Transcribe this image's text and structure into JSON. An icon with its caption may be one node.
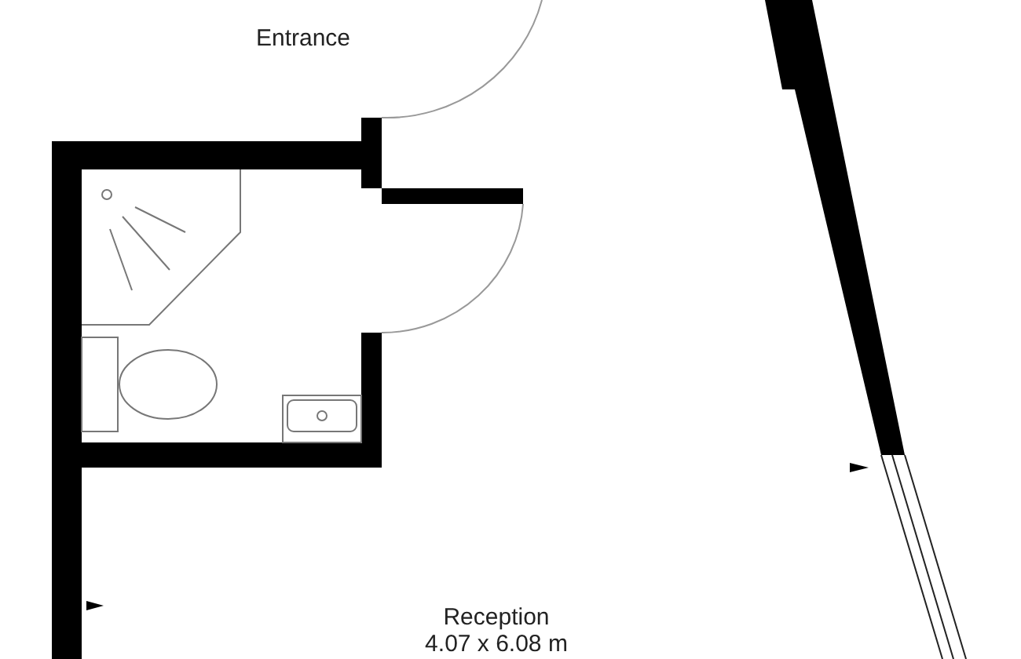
{
  "diagram": {
    "labels": [
      "Entrance",
      "Reception",
      "4.07 x 6.08 m"
    ]
  }
}
